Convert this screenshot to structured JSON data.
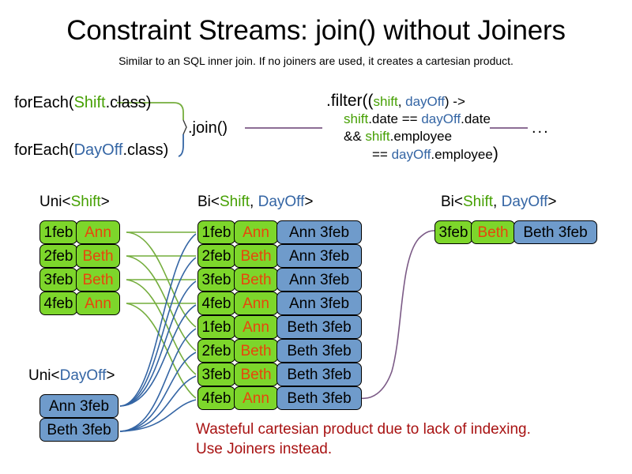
{
  "slide": {
    "title": "Constraint Streams: join() without Joiners",
    "subtitle": "Similar to an SQL inner join. If no joiners are used, it creates a cartesian product."
  },
  "colors": {
    "shift_green": "#46A003",
    "dayoff_blue": "#3465A4",
    "cell_green": "#7DD62B",
    "cell_blue": "#6F9BCB",
    "employee_orange": "#E8450C",
    "warning_red": "#A81212",
    "connector_green": "#74AD3C",
    "connector_blue": "#3465A4",
    "connector_purple": "#7B5A86"
  },
  "code": {
    "foreach_shift": {
      "prefix": "forEach(",
      "type": "Shift",
      "suffix": ".class)"
    },
    "foreach_dayoff": {
      "prefix": "forEach(",
      "type": "DayOff",
      "suffix": ".class)"
    },
    "join_label": ".join()",
    "ellipsis": "...",
    "filter": {
      "line1_a": ".filter((",
      "line1_shift": "shift",
      "line1_comma": ", ",
      "line1_dayoff": "dayOff",
      "line1_b": ") ->",
      "line2_shift": "shift",
      "line2_mid": ".date == ",
      "line2_dayoff": "dayOff",
      "line2_end": ".date",
      "line3_pre": "&& ",
      "line3_shift": "shift",
      "line3_end": ".employee",
      "line4_pre": "== ",
      "line4_dayoff": "dayOff",
      "line4_end": ".employee",
      "line4_close": ")"
    }
  },
  "labels": {
    "uni_shift": {
      "pre": "Uni<",
      "type": "Shift",
      "post": ">"
    },
    "bi_middle": {
      "pre": "Bi<",
      "type_a": "Shift",
      "sep": ", ",
      "type_b": "DayOff",
      "post": ">"
    },
    "bi_right": {
      "pre": "Bi<",
      "type_a": "Shift",
      "sep": ", ",
      "type_b": "DayOff",
      "post": ">"
    },
    "uni_dayoff": {
      "pre": "Uni<",
      "type": "DayOff",
      "post": ">"
    }
  },
  "streams": {
    "uni_shift_rows": [
      {
        "date": "1feb",
        "employee": "Ann"
      },
      {
        "date": "2feb",
        "employee": "Beth"
      },
      {
        "date": "3feb",
        "employee": "Beth"
      },
      {
        "date": "4feb",
        "employee": "Ann"
      }
    ],
    "uni_dayoff_rows": [
      {
        "dayoff": "Ann 3feb"
      },
      {
        "dayoff": "Beth 3feb"
      }
    ],
    "bi_cartesian_rows": [
      {
        "date": "1feb",
        "employee": "Ann",
        "dayoff": "Ann 3feb"
      },
      {
        "date": "2feb",
        "employee": "Beth",
        "dayoff": "Ann 3feb"
      },
      {
        "date": "3feb",
        "employee": "Beth",
        "dayoff": "Ann 3feb"
      },
      {
        "date": "4feb",
        "employee": "Ann",
        "dayoff": "Ann 3feb"
      },
      {
        "date": "1feb",
        "employee": "Ann",
        "dayoff": "Beth 3feb"
      },
      {
        "date": "2feb",
        "employee": "Beth",
        "dayoff": "Beth 3feb"
      },
      {
        "date": "3feb",
        "employee": "Beth",
        "dayoff": "Beth 3feb"
      },
      {
        "date": "4feb",
        "employee": "Ann",
        "dayoff": "Beth 3feb"
      }
    ],
    "bi_filtered_rows": [
      {
        "date": "3feb",
        "employee": "Beth",
        "dayoff": "Beth 3feb"
      }
    ]
  },
  "warning": {
    "line1": "Wasteful cartesian product due to lack of indexing.",
    "line2": "Use Joiners instead."
  }
}
